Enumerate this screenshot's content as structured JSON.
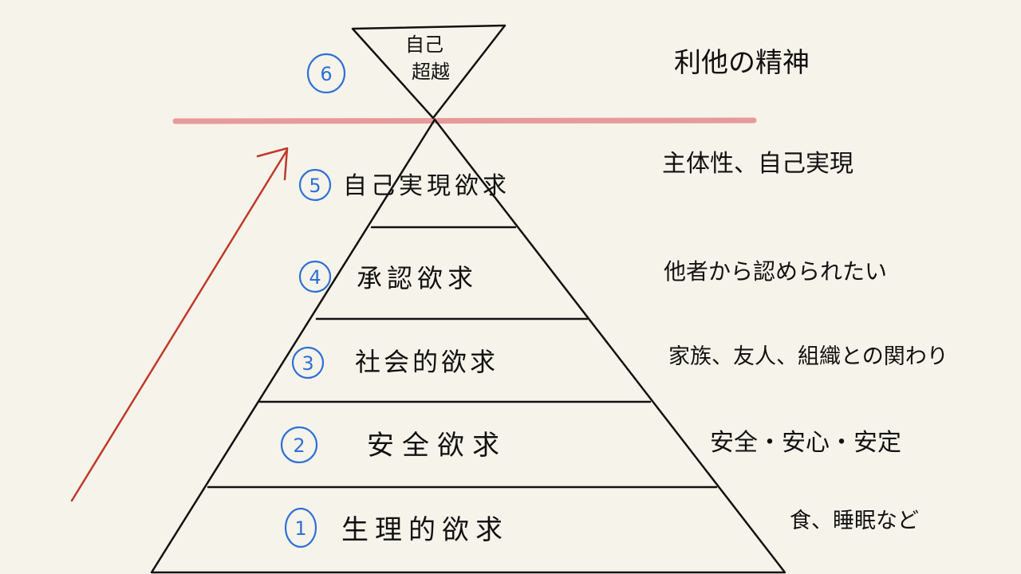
{
  "colors": {
    "background": "#f6f4ea",
    "ink": "#111111",
    "number_circle": "#2f6fd8",
    "divider": "#e79a9a",
    "arrow": "#c0392b"
  },
  "top": {
    "number": "6",
    "label_line1": "自己",
    "label_line2": "超越",
    "description": "利他の精神"
  },
  "levels": [
    {
      "number": "5",
      "label": "自己実現欲求",
      "description": "主体性、自己実現"
    },
    {
      "number": "4",
      "label": "承認欲求",
      "description": "他者から認められたい"
    },
    {
      "number": "3",
      "label": "社会的欲求",
      "description": "家族、友人、組織との関わり"
    },
    {
      "number": "2",
      "label": "安全欲求",
      "description": "安全・安心・安定"
    },
    {
      "number": "1",
      "label": "生理的欲求",
      "description": "食、睡眠など"
    }
  ]
}
